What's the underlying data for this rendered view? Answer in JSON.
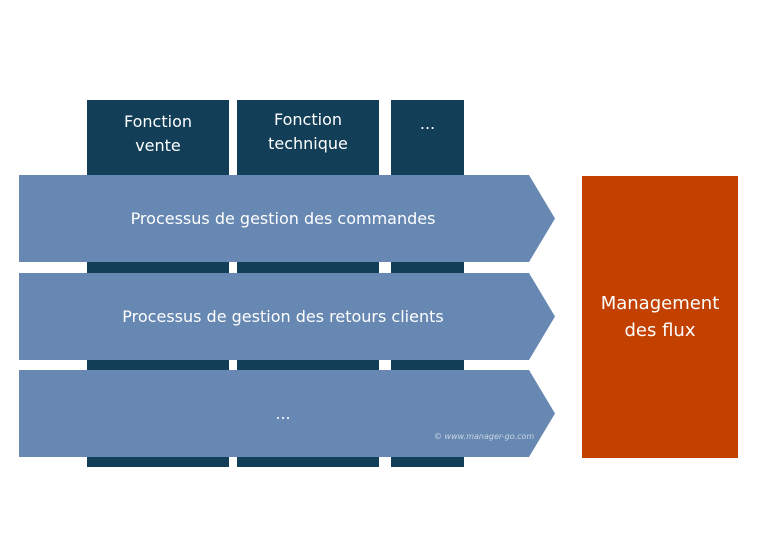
{
  "functions": [
    {
      "line1": "Fonction",
      "line2": "vente"
    },
    {
      "line1": "Fonction",
      "line2": "technique"
    },
    {
      "line1": "...",
      "line2": ""
    }
  ],
  "processes": [
    {
      "label": "Processus de gestion des commandes"
    },
    {
      "label": "Processus de gestion des retours clients"
    },
    {
      "label": "..."
    }
  ],
  "watermark": "© www.manager-go.com",
  "management": {
    "line1": "Management",
    "line2": "des flux"
  },
  "colors": {
    "function_column": "#123e58",
    "process_arrow": "#6788b2",
    "management_box": "#c24100"
  }
}
